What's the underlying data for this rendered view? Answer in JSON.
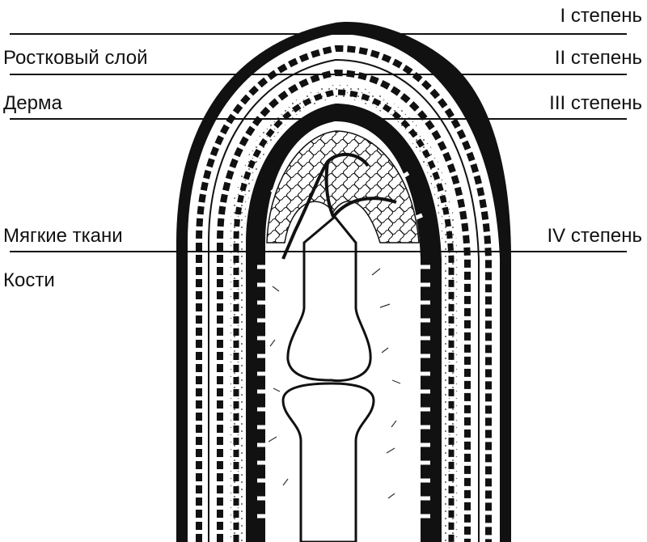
{
  "labels": {
    "left": [
      "Ростковый слой",
      "Дерма",
      "Мягкие ткани",
      "Кости"
    ],
    "right": [
      "I степень",
      "II степень",
      "III степень",
      "IV степень"
    ]
  },
  "colors": {
    "ink": "#111111",
    "background": "#ffffff"
  }
}
